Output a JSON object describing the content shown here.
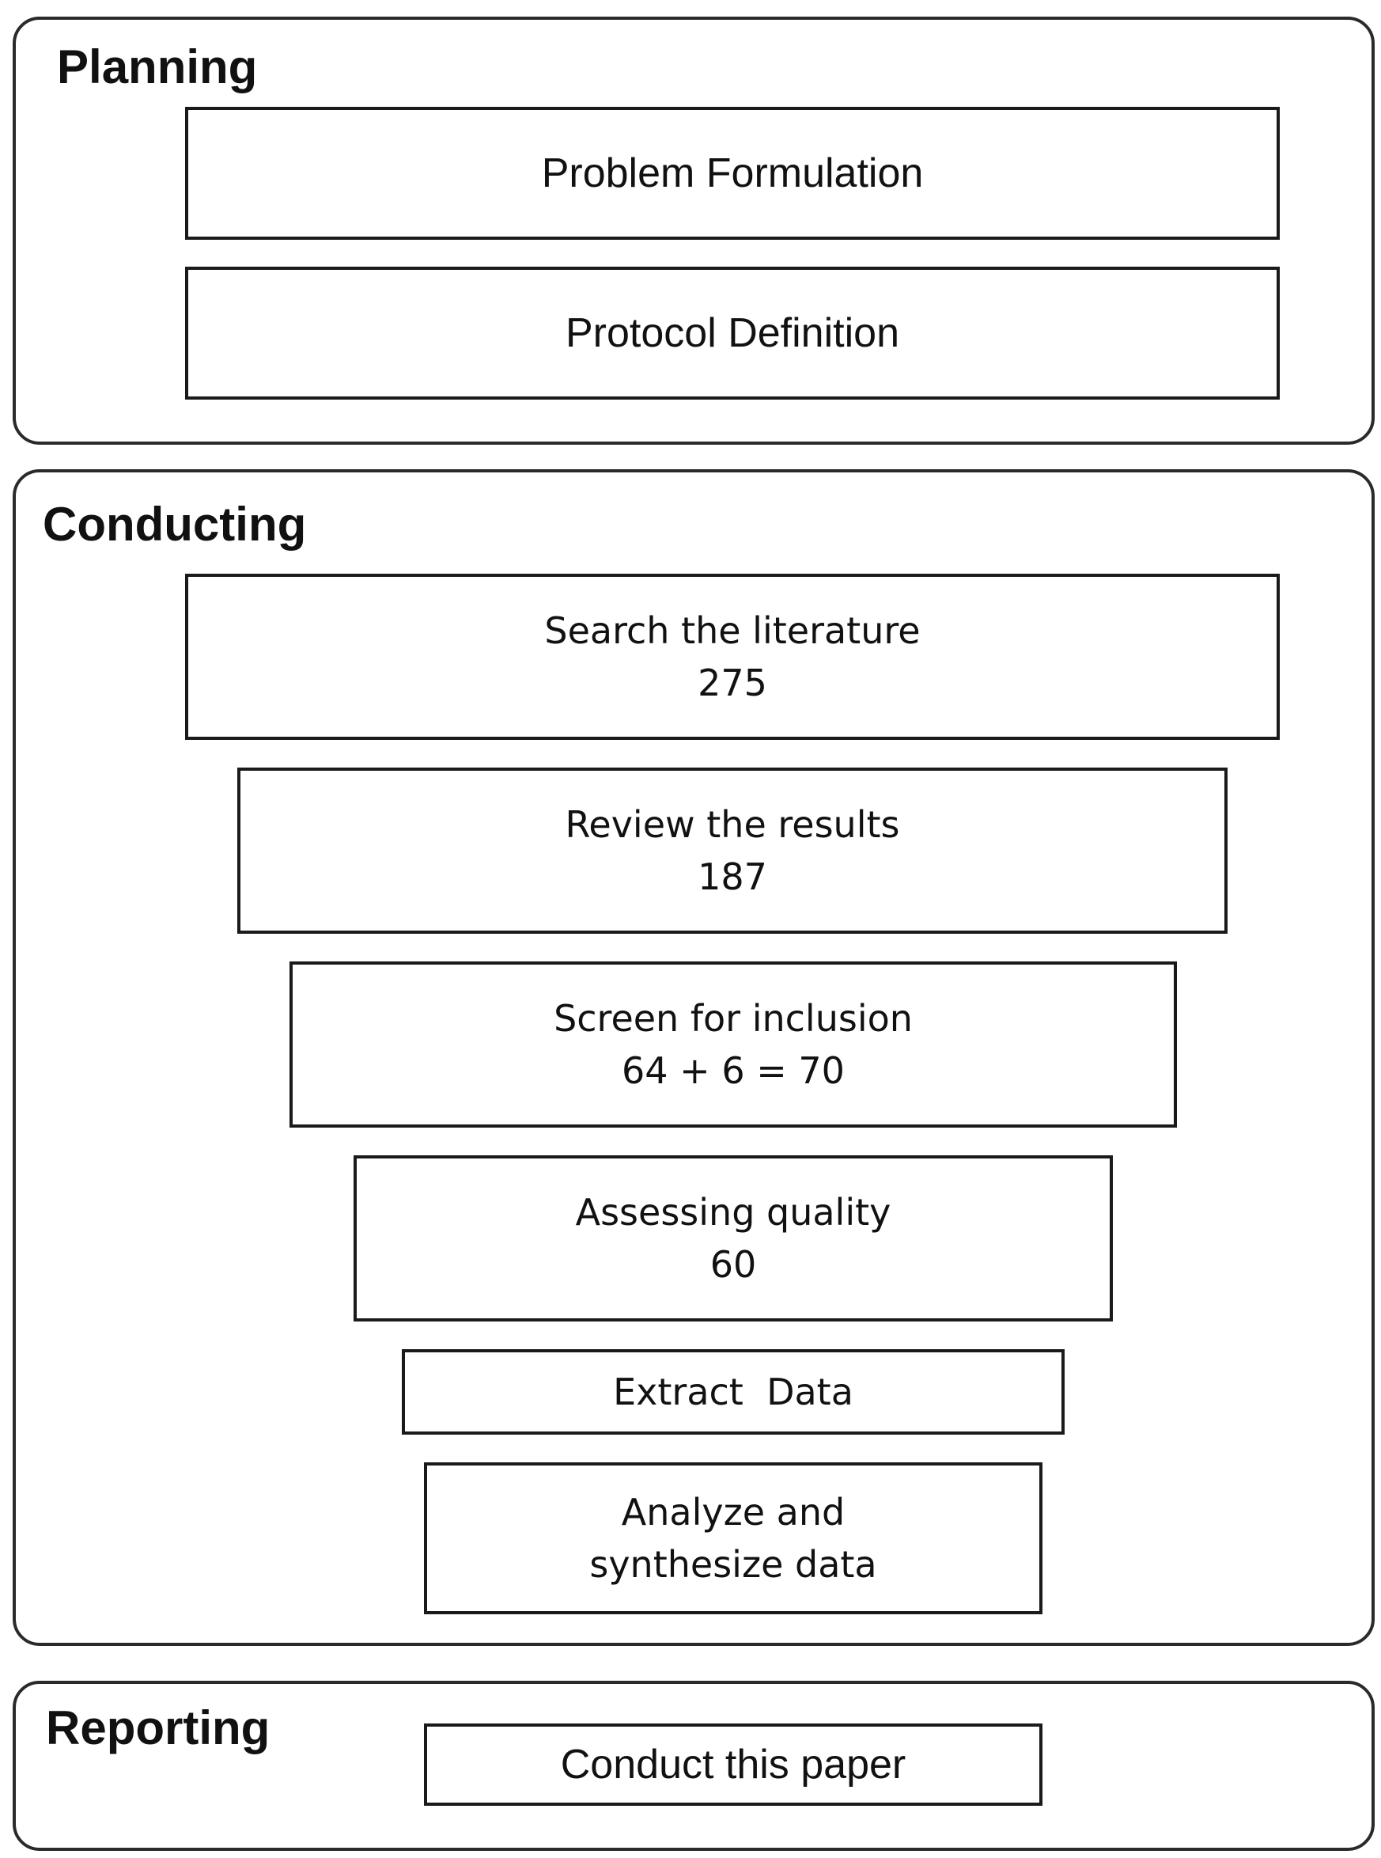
{
  "planning": {
    "title": "Planning",
    "steps": [
      {
        "label": "Problem Formulation"
      },
      {
        "label": "Protocol Definition"
      }
    ]
  },
  "conducting": {
    "title": "Conducting",
    "steps": [
      {
        "label": "Search the literature",
        "count": "275"
      },
      {
        "label": "Review the results",
        "count": "187"
      },
      {
        "label": "Screen for inclusion",
        "count": "64 + 6 = 70"
      },
      {
        "label": "Assessing quality",
        "count": "60"
      },
      {
        "label": "Extract  Data"
      },
      {
        "label": "Analyze and",
        "label2": "synthesize data"
      }
    ]
  },
  "reporting": {
    "title": "Reporting",
    "steps": [
      {
        "label": "Conduct this paper"
      }
    ]
  }
}
